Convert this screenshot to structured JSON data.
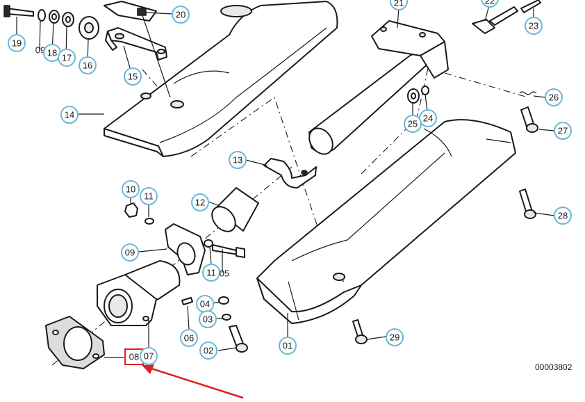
{
  "diagram": {
    "reference_number": "00003802",
    "highlight_color": "#e02020",
    "callout_color": "#6ab8d8",
    "highlighted_part": "08",
    "callouts": [
      {
        "id": "c19",
        "label": "19"
      },
      {
        "id": "c09top",
        "label": "09"
      },
      {
        "id": "c18",
        "label": "18"
      },
      {
        "id": "c17",
        "label": "17"
      },
      {
        "id": "c16",
        "label": "16"
      },
      {
        "id": "c15",
        "label": "15"
      },
      {
        "id": "c20",
        "label": "20"
      },
      {
        "id": "c14",
        "label": "14"
      },
      {
        "id": "c21",
        "label": "21"
      },
      {
        "id": "c22",
        "label": "22"
      },
      {
        "id": "c23",
        "label": "23"
      },
      {
        "id": "c26",
        "label": "26"
      },
      {
        "id": "c24",
        "label": "24"
      },
      {
        "id": "c25",
        "label": "25"
      },
      {
        "id": "c27",
        "label": "27"
      },
      {
        "id": "c13",
        "label": "13"
      },
      {
        "id": "c12",
        "label": "12"
      },
      {
        "id": "c10",
        "label": "10"
      },
      {
        "id": "c11a",
        "label": "11"
      },
      {
        "id": "c09",
        "label": "09"
      },
      {
        "id": "c11b",
        "label": "11"
      },
      {
        "id": "c05",
        "label": "05"
      },
      {
        "id": "c28",
        "label": "28"
      },
      {
        "id": "c04",
        "label": "04"
      },
      {
        "id": "c03",
        "label": "03"
      },
      {
        "id": "c06",
        "label": "06"
      },
      {
        "id": "c02",
        "label": "02"
      },
      {
        "id": "c01",
        "label": "01"
      },
      {
        "id": "c29",
        "label": "29"
      },
      {
        "id": "c08",
        "label": "08"
      },
      {
        "id": "c07",
        "label": "07"
      }
    ]
  }
}
